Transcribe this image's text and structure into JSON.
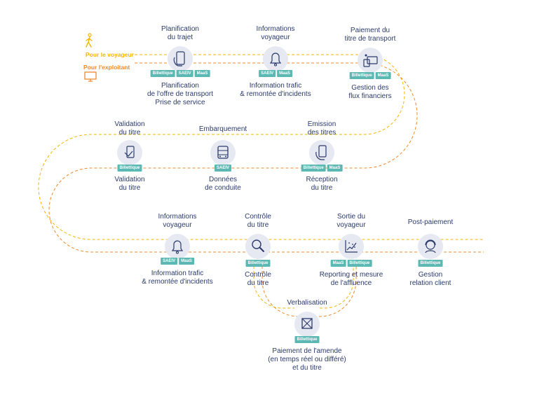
{
  "colors": {
    "voyageur_line": "#f5b400",
    "exploitant_line": "#ef8a2c",
    "badge": "#5cb8b2",
    "node_bg": "#e6e9f2",
    "text": "#2b3a6b"
  },
  "legend": {
    "voyageur": "Pour le voyageur",
    "exploitant": "Pour l'exploitant",
    "voyageur_icon": "walking-person-icon",
    "exploitant_icon": "computer-icon"
  },
  "steps": {
    "s1": {
      "top": "Planification\ndu trajet",
      "badges": [
        "Billettique",
        "SAEIV",
        "MaaS"
      ],
      "bottom": "Planification\nde l'offre de transport\nPrise de service",
      "icon": "phone-hand-icon"
    },
    "s2": {
      "top": "Informations\nvoyageur",
      "badges": [
        "SAEIV",
        "MaaS"
      ],
      "bottom": "Information trafic\n& remontée d'incidents",
      "icon": "bell-icon"
    },
    "s3": {
      "top": "Paiement du\ntitre de transport",
      "badges": [
        "Billettique",
        "MaaS"
      ],
      "bottom": "Gestion des\nflux financiers",
      "icon": "payment-card-icon"
    },
    "s4": {
      "top": "Validation\ndu titre",
      "badges": [
        "Billettique"
      ],
      "bottom": "Validation\ndu titre",
      "icon": "card-validation-icon"
    },
    "s5": {
      "top": "Embarquement",
      "badges": [
        "SAEIV"
      ],
      "bottom": "Données\nde conduite",
      "icon": "bus-icon"
    },
    "s6": {
      "top": "Emission\ndes titres",
      "badges": [
        "Billettique",
        "MaaS"
      ],
      "bottom": "Réception\ndu titre",
      "icon": "ticket-hand-icon"
    },
    "s7": {
      "top": "Informations\nvoyageur",
      "badges": [
        "SAEIV",
        "MaaS"
      ],
      "bottom": "Information trafic\n& remontée d'incidents",
      "icon": "bell-icon"
    },
    "s8": {
      "top": "Contrôle\ndu titre",
      "badges": [
        "Billettique"
      ],
      "bottom": "Contrôle\ndu titre",
      "icon": "magnifier-icon"
    },
    "s9": {
      "top": "Sortie du\nvoyageur",
      "badges": [
        "MaaS",
        "Billettique"
      ],
      "bottom": "Reporting et mesure\nde l'affluence",
      "icon": "chart-icon"
    },
    "s10": {
      "top": "Post-paiement",
      "badges": [
        "Billettique"
      ],
      "bottom": "Gestion\nrelation client",
      "icon": "headset-person-icon"
    },
    "s11": {
      "top": "Verbalisation",
      "badges": [
        "Billettique"
      ],
      "bottom": "Paiement de l'amende\n(en temps réel ou différé)\net du titre",
      "icon": "fine-box-icon"
    }
  }
}
